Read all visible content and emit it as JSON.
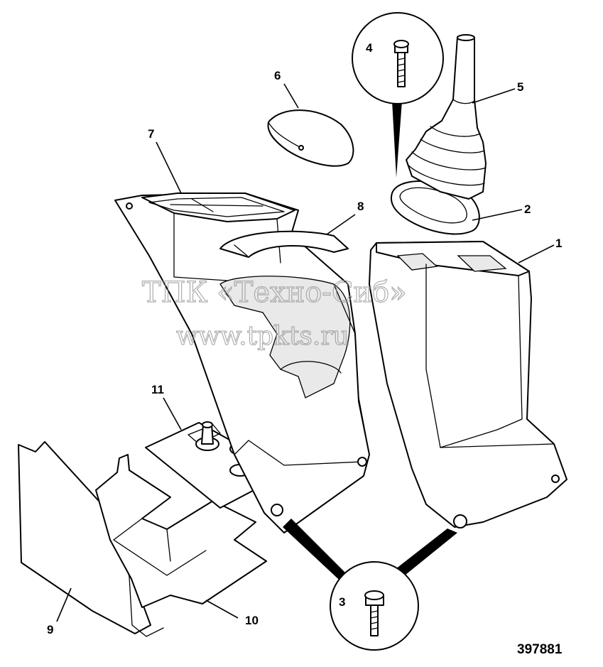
{
  "callouts": [
    {
      "id": "1",
      "label": "1"
    },
    {
      "id": "2",
      "label": "2"
    },
    {
      "id": "3",
      "label": "3"
    },
    {
      "id": "4",
      "label": "4"
    },
    {
      "id": "5",
      "label": "5"
    },
    {
      "id": "6",
      "label": "6"
    },
    {
      "id": "7",
      "label": "7"
    },
    {
      "id": "8",
      "label": "8"
    },
    {
      "id": "9",
      "label": "9"
    },
    {
      "id": "10",
      "label": "10"
    },
    {
      "id": "11",
      "label": "11"
    }
  ],
  "watermark": {
    "company": "ТПК «Техно-Сиб»",
    "url": "www.tpkts.ru"
  },
  "reference_number": "397881"
}
